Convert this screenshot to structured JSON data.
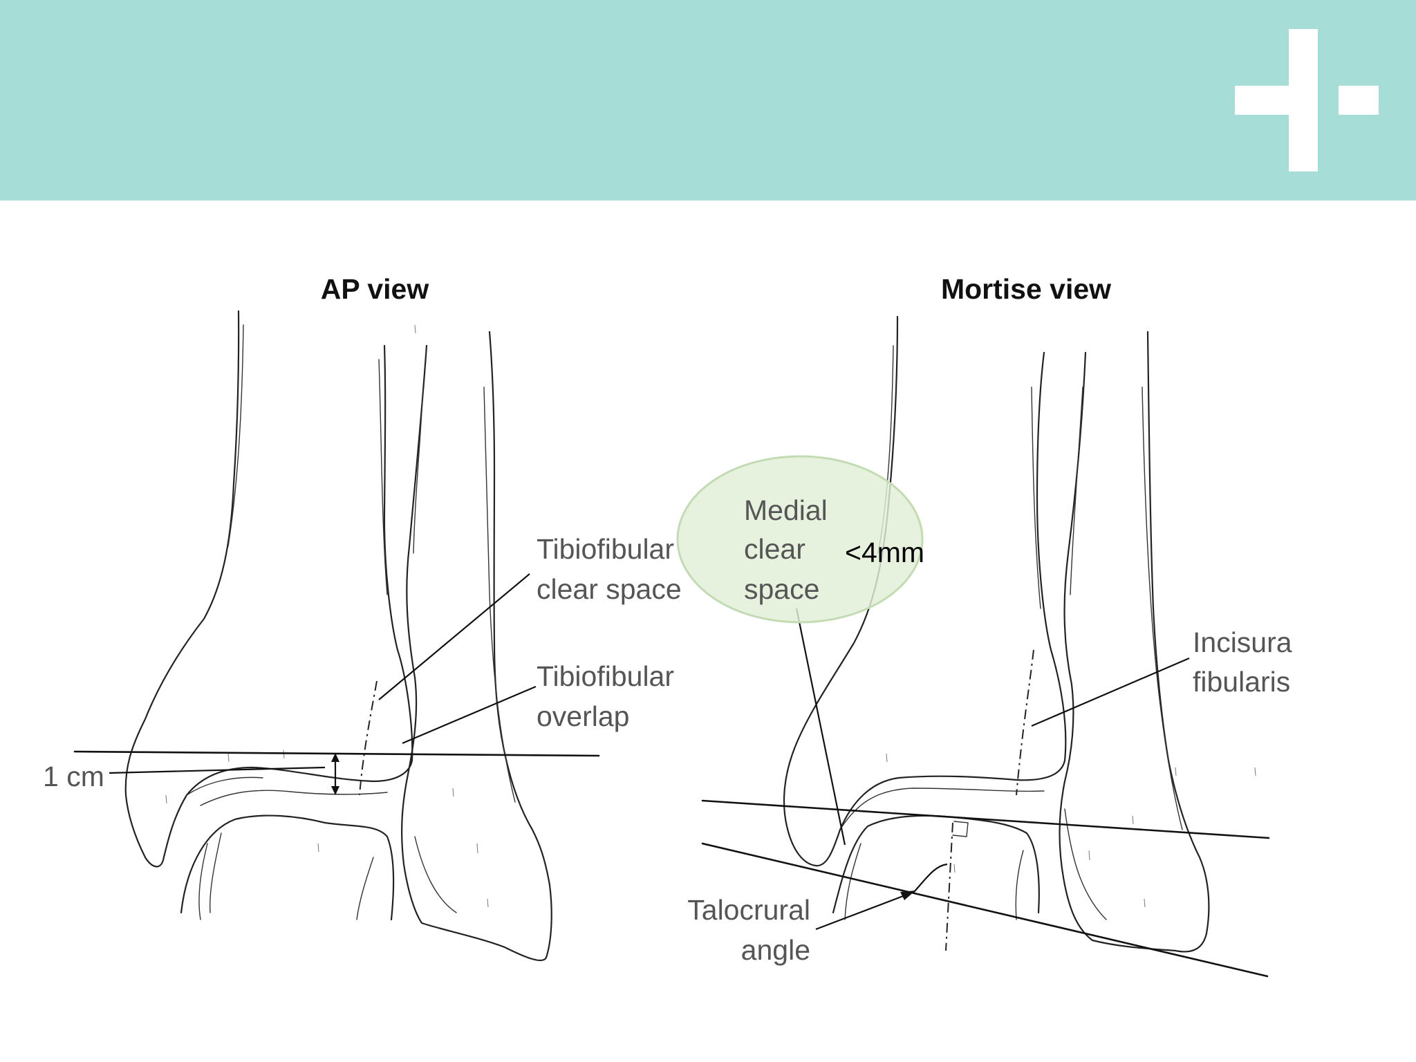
{
  "colors": {
    "banner": "#a7ddd7",
    "logo": "#ffffff",
    "highlight": "#e2efd7",
    "highlight_stroke": "#c3dbb2"
  },
  "logo": {
    "icon": "plus-minus-icon"
  },
  "ap_view": {
    "title": "AP view",
    "labels": {
      "tibiofibular_clear_space": [
        "Tibiofibular",
        "clear space"
      ],
      "tibiofibular_overlap": [
        "Tibiofibular",
        "overlap"
      ],
      "one_cm": "1 cm"
    }
  },
  "mortise_view": {
    "title": "Mortise view",
    "labels": {
      "medial_clear_space": [
        "Medial",
        "clear",
        "space"
      ],
      "medial_limit": "<4mm",
      "incisura_fibularis": [
        "Incisura",
        "fibularis"
      ],
      "talocrural_angle": [
        "Talocrural",
        "angle"
      ]
    }
  }
}
